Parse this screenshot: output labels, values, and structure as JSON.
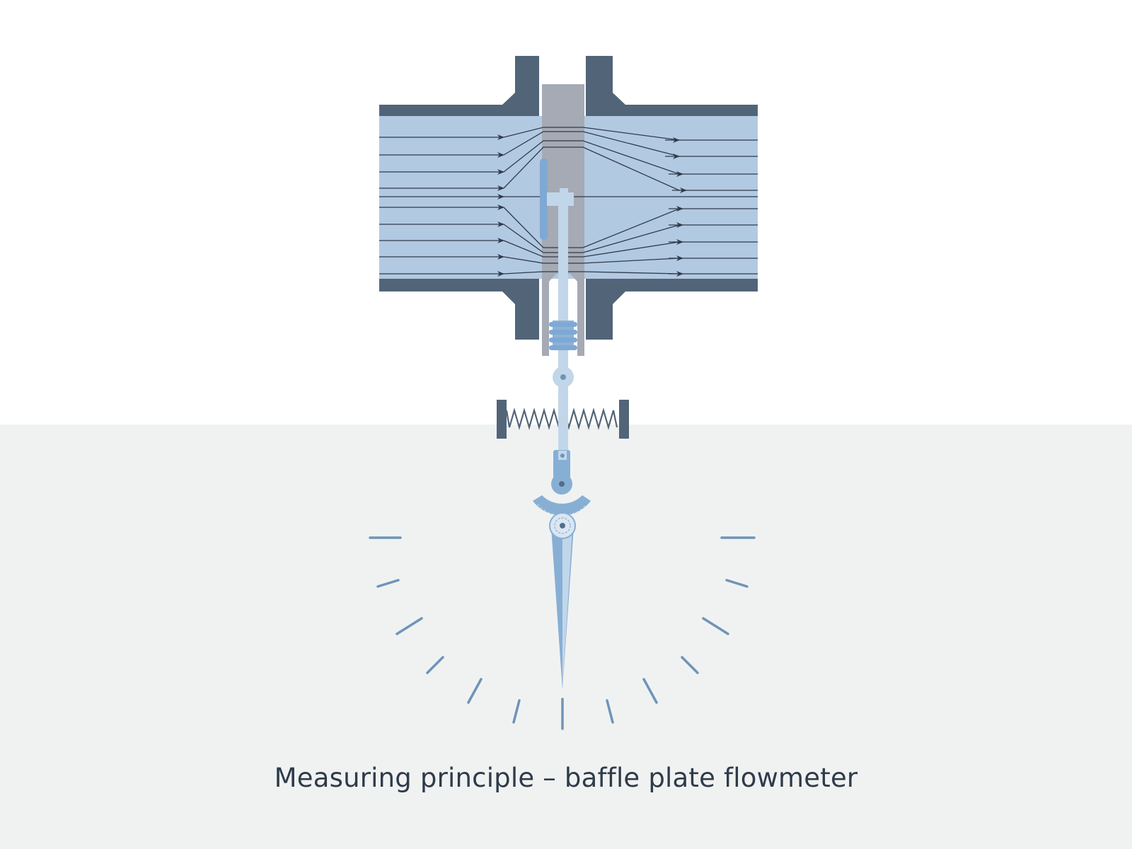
{
  "caption": "Measuring principle – baffle plate flowmeter",
  "colors": {
    "background_top": "#ffffff",
    "background_bottom": "#f0f2f2",
    "pipe_wall": "#526478",
    "fluid": "#b2c9e2",
    "housing": "#a5aab4",
    "flow_line": "#2f3b4a",
    "mechanism": "#87afd4",
    "mechanism_light": "#c2d6ea",
    "scale_tick": "#6f94b8",
    "spring": "#526478"
  },
  "icons": {
    "flow_arrow": "arrowhead",
    "spring": "zigzag-spring",
    "pivot": "pivot-bearing",
    "pointer": "needle-pointer"
  }
}
